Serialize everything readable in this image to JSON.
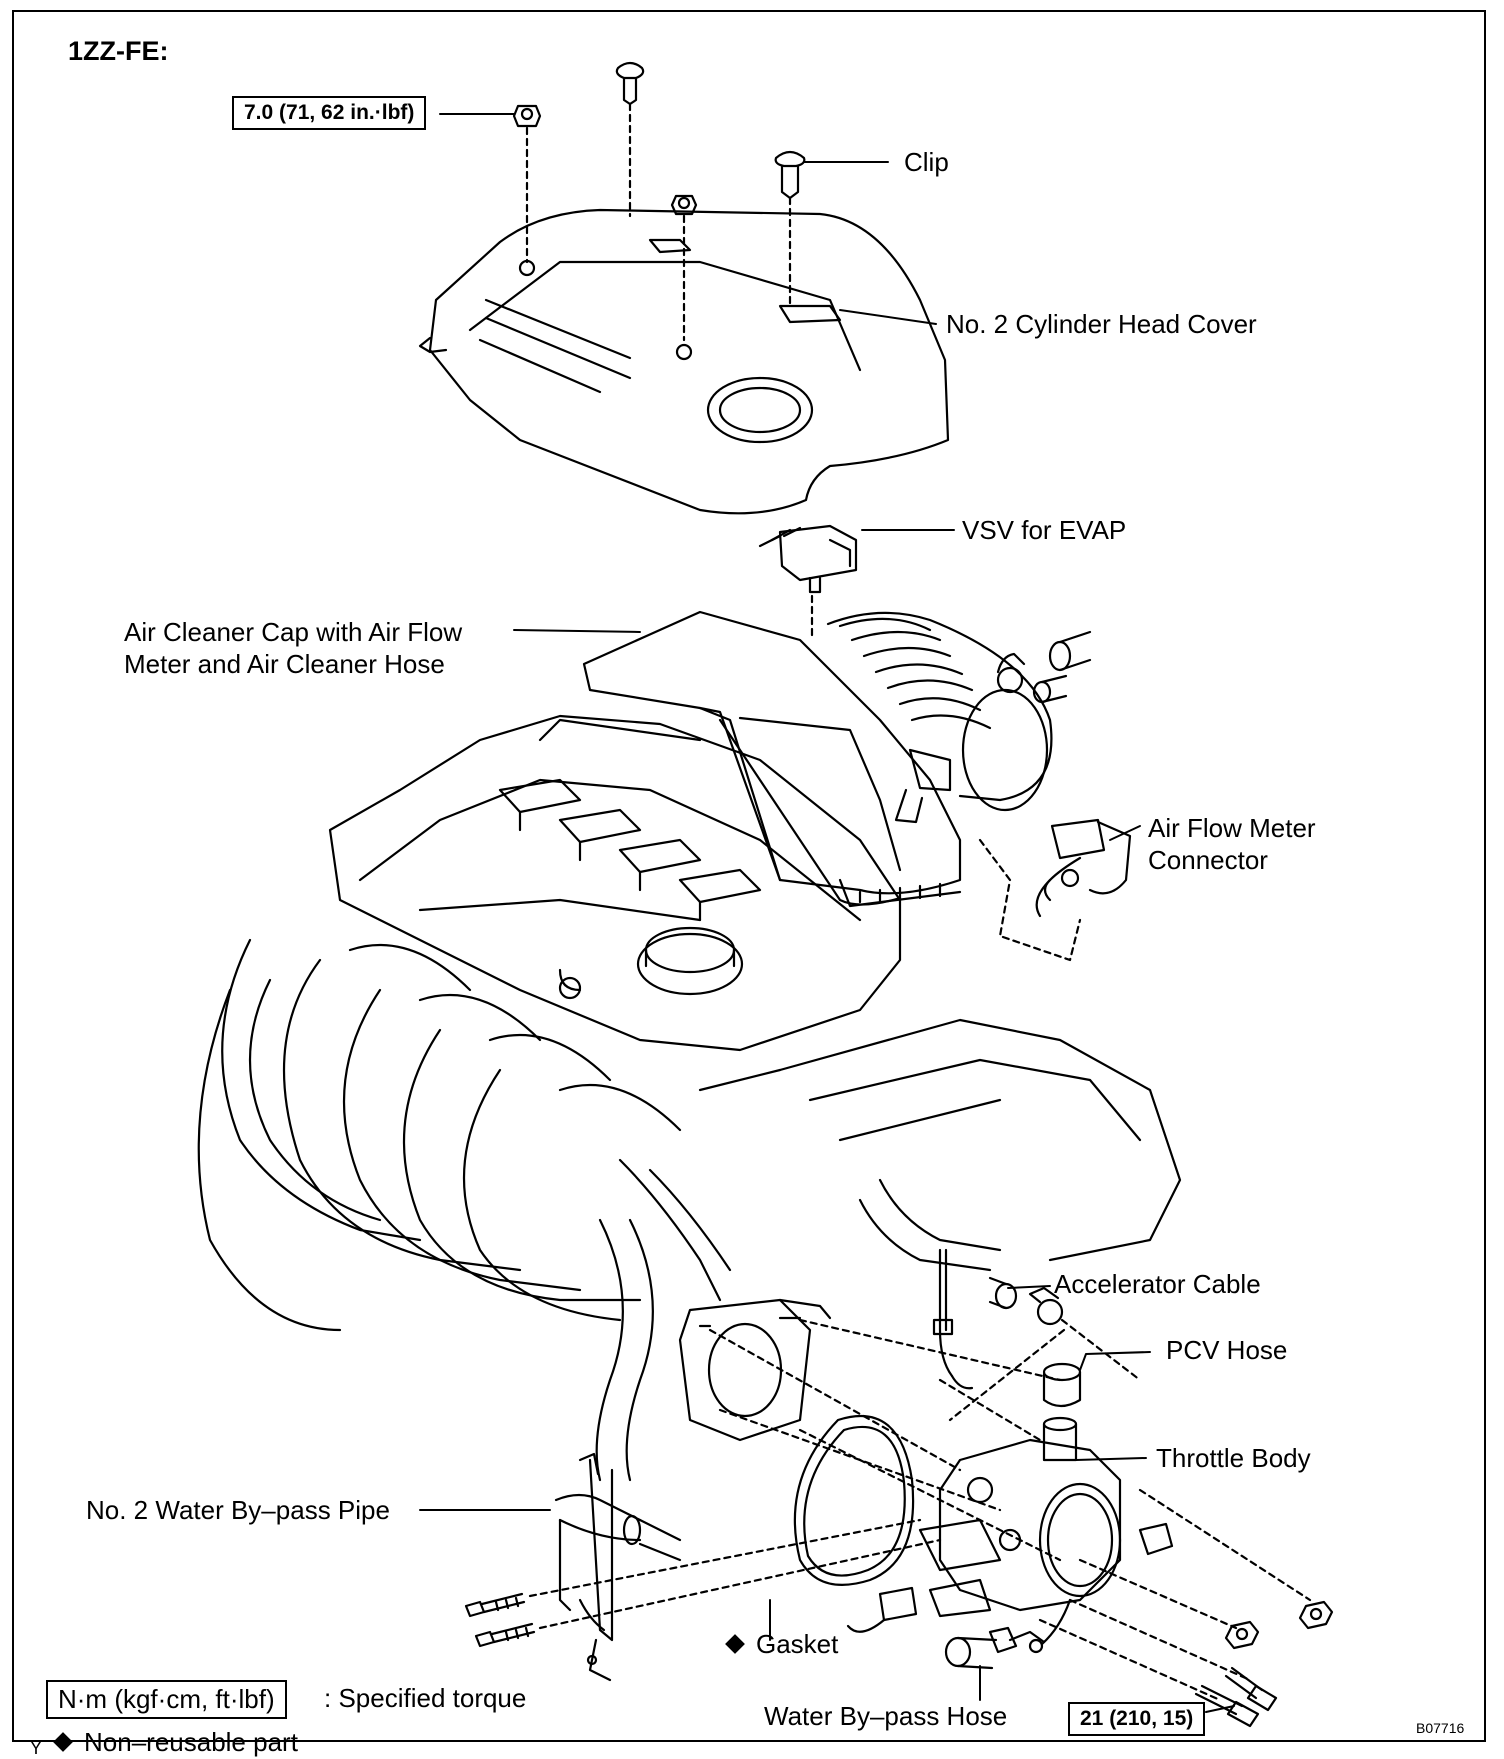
{
  "header": {
    "engine": "1ZZ-FE:"
  },
  "labels": {
    "clip": "Clip",
    "cylinder_head_cover": "No. 2 Cylinder Head Cover",
    "vsv": "VSV for EVAP",
    "air_cleaner_line1": "Air Cleaner Cap with Air Flow",
    "air_cleaner_line2": "Meter and Air Cleaner Hose",
    "afm_line1": "Air Flow Meter",
    "afm_line2": "Connector",
    "accel_cable": "Accelerator Cable",
    "pcv_hose": "PCV Hose",
    "throttle_body": "Throttle Body",
    "water_bypass_pipe": "No. 2 Water By–pass Pipe",
    "gasket": "Gasket",
    "water_bypass_hose": "Water By–pass Hose"
  },
  "torques": {
    "nut": "7.0 (71, 62 in.·lbf)",
    "bolt": "21 (210, 15)"
  },
  "legend": {
    "torque_box": "N·m (kgf·cm, ft·lbf)",
    "torque_text": ": Specified torque",
    "nonreusable": "Non–reusable part",
    "y_mark": "Y"
  },
  "figure_id": "B07716"
}
